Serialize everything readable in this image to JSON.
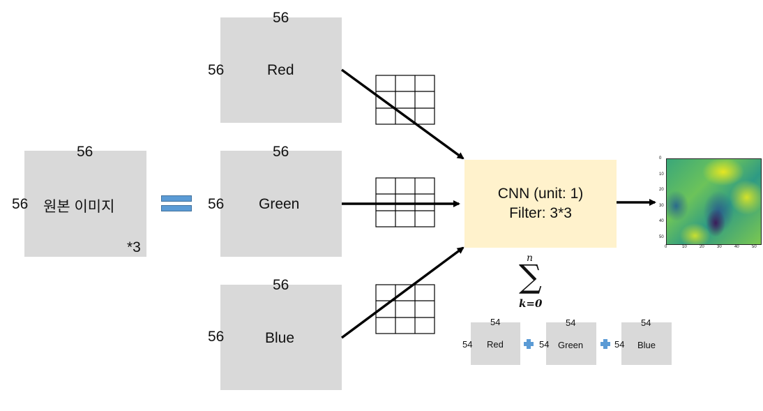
{
  "original": {
    "label": "원본 이미지",
    "width": "56",
    "height": "56",
    "multiplier": "*3"
  },
  "channels": [
    {
      "label": "Red",
      "width": "56",
      "height": "56"
    },
    {
      "label": "Green",
      "width": "56",
      "height": "56"
    },
    {
      "label": "Blue",
      "width": "56",
      "height": "56"
    }
  ],
  "cnn": {
    "line1": "CNN (unit: 1)",
    "line2": "Filter: 3*3"
  },
  "sum": {
    "upper": "n",
    "lower": "k=0",
    "symbol": "∑"
  },
  "outputs": [
    {
      "label": "Red",
      "width": "54",
      "height": "54"
    },
    {
      "label": "Green",
      "width": "54",
      "height": "54"
    },
    {
      "label": "Blue",
      "width": "54",
      "height": "54"
    }
  ],
  "plot": {
    "x_ticks": [
      "0",
      "10",
      "20",
      "30",
      "40",
      "50"
    ],
    "y_ticks": [
      "0",
      "10",
      "20",
      "30",
      "40",
      "50"
    ]
  },
  "colors": {
    "box_fill": "#d9d9d9",
    "cnn_fill": "#fff2cc",
    "equals_fill": "#5b9bd5",
    "plus_fill": "#5b9bd5",
    "arrow": "#000000"
  }
}
